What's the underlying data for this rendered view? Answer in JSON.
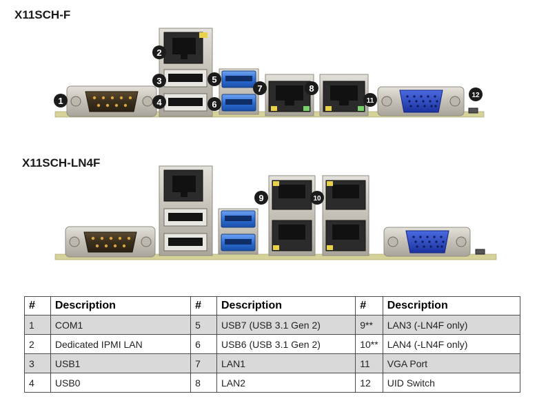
{
  "diagram": {
    "top_title": "X11SCH-F",
    "bottom_title": "X11SCH-LN4F",
    "callouts": [
      "1",
      "2",
      "3",
      "4",
      "5",
      "6",
      "7",
      "8",
      "9",
      "10",
      "11",
      "12"
    ],
    "colors": {
      "board": "#d6d39a",
      "metal": "#c9c5bc",
      "usb3_blue": "#2d6fd8",
      "vga_blue": "#2543b8",
      "callout": "#1b1b1b",
      "led_yellow": "#e8d24a"
    }
  },
  "legend": {
    "headers": [
      "#",
      "Description",
      "#",
      "Description",
      "#",
      "Description"
    ],
    "rows": [
      [
        "1",
        "COM1",
        "5",
        "USB7 (USB 3.1 Gen 2)",
        "9**",
        "LAN3 (-LN4F only)"
      ],
      [
        "2",
        "Dedicated IPMI LAN",
        "6",
        "USB6 (USB 3.1 Gen 2)",
        "10**",
        "LAN4 (-LN4F only)"
      ],
      [
        "3",
        "USB1",
        "7",
        "LAN1",
        "11",
        "VGA Port"
      ],
      [
        "4",
        "USB0",
        "8",
        "LAN2",
        "12",
        "UID Switch"
      ]
    ]
  }
}
